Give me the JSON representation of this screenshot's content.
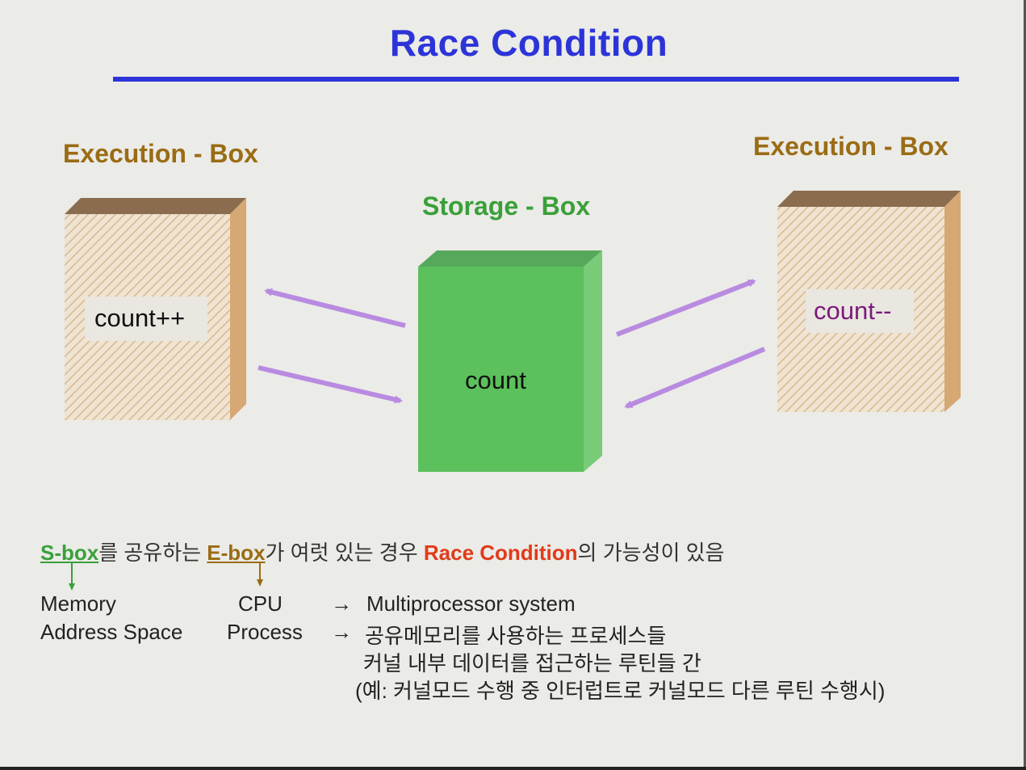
{
  "slide": {
    "title": "Race Condition",
    "left_ebox": {
      "heading": "Execution - Box",
      "content": "count++"
    },
    "right_ebox": {
      "heading": "Execution - Box",
      "content": "count--"
    },
    "storage": {
      "heading": "Storage - Box",
      "content": "count"
    },
    "summary": {
      "sbox": "S-box",
      "part1": "를 공유하는 ",
      "ebox": "E-box",
      "part2": "가 여럿 있는 경우 ",
      "race": "Race Condition",
      "part3": "의 가능성이 있음"
    },
    "mapping": {
      "sbox_line1": "Memory",
      "sbox_line2": "Address Space",
      "ebox_line1": "CPU",
      "ebox_line2": "Process",
      "arrow": "→",
      "result1": "Multiprocessor system",
      "result2_line1": "공유메모리를 사용하는 프로세스들",
      "result2_line2": "커널 내부 데이터를 접근하는 루틴들 간",
      "result2_line3": "(예: 커널모드 수행 중 인터럽트로 커널모드 다른 루틴 수행시)"
    }
  },
  "colors": {
    "title": "#2c34d8",
    "ebox_label": "#9a6c14",
    "sbox_label": "#3aa039",
    "race": "#e23a18",
    "arrow": "#b98be0"
  }
}
